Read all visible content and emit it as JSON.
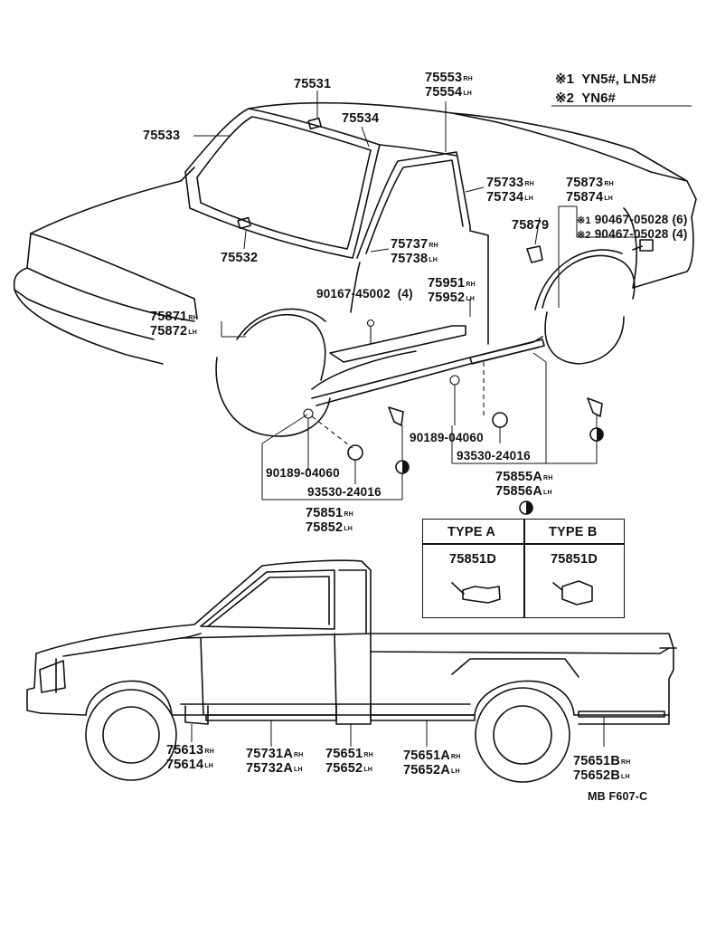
{
  "legend": [
    {
      "mark": "※1",
      "text": "YN5#, LN5#"
    },
    {
      "mark": "※2",
      "text": "YN6#"
    }
  ],
  "parts": {
    "p75531": "75531",
    "p75533": "75533",
    "p75534": "75534",
    "p75532": "75532",
    "p75553": "75553",
    "p75554": "75554",
    "p75733": "75733",
    "p75734": "75734",
    "p75873": "75873",
    "p75874": "75874",
    "p75879": "75879",
    "p90467a": "90467-05028",
    "p90467a_qty": "(6)",
    "p90467b": "90467-05028",
    "p90467b_qty": "(4)",
    "p75737": "75737",
    "p75738": "75738",
    "p75951": "75951",
    "p75952": "75952",
    "p90167": "90167-45002",
    "p90167_qty": "(4)",
    "p75871": "75871",
    "p75872": "75872",
    "p90189a": "90189-04060",
    "p93530a": "93530-24016",
    "p75851": "75851",
    "p75852": "75852",
    "p90189b": "90189-04060",
    "p93530b": "93530-24016",
    "p75855A": "75855A",
    "p75856A": "75856A",
    "p75613": "75613",
    "p75614": "75614",
    "p75731A": "75731A",
    "p75732A": "75732A",
    "p75651": "75651",
    "p75652": "75652",
    "p75651A": "75651A",
    "p75652A": "75652A",
    "p75651B": "75651B",
    "p75652B": "75652B"
  },
  "suffix": {
    "rh": "RH",
    "lh": "LH"
  },
  "types": {
    "a_title": "TYPE A",
    "b_title": "TYPE B",
    "a_part": "75851D",
    "b_part": "75851D"
  },
  "figure_code": "MB F607-C"
}
